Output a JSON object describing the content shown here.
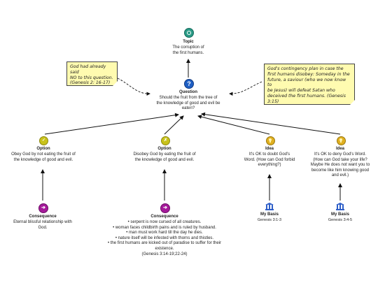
{
  "topic": {
    "title": "Topic",
    "text": [
      "The corruption of",
      "the first humans."
    ]
  },
  "question": {
    "title": "Question",
    "text": [
      "Should the fruit from the tree of",
      "the knowledge of good and evil be",
      "eaten?"
    ]
  },
  "note_left": {
    "text": [
      "God had already said",
      "NO to this question.",
      "(Genesis 2: 16-17)"
    ]
  },
  "note_right": {
    "text": [
      "God's contingency plan in case the",
      "first humans disobey: Someday in the",
      "future, a saviour (who we now know to",
      "be Jesus) will defeat Satan who",
      "deceived the first humans. (Genesis",
      "3:15)"
    ]
  },
  "option1": {
    "title": "Option",
    "text": [
      "Obey God by not eating the fruit of",
      "the knowledge of good and evil."
    ]
  },
  "option2": {
    "title": "Option",
    "text": [
      "Disobey God by eating the fruit of",
      "the knowledge of good and evil."
    ]
  },
  "idea1": {
    "title": "Idea",
    "text": [
      "It's OK to doubt God's",
      "Word. (How can God forbid",
      "everything?)"
    ]
  },
  "idea2": {
    "title": "Idea",
    "text": [
      "It's OK to deny God's Word.",
      "(How can God take your life?",
      "Maybe He does not want you to",
      "become like him knowing good",
      "and evil.)"
    ]
  },
  "consequence1": {
    "title": "Consequence",
    "text": [
      "Eternal blissful relationship with",
      "God."
    ]
  },
  "consequence2": {
    "title": "Consequence",
    "text": [
      "• serpent is now cursed of all creatures.",
      "• woman faces childbirth pains and is ruled by husband.",
      "• man must work hard till the day he dies.",
      "• nature itself will be infested with thorns and thistles.",
      "• the first humans are kicked out of paradise to suffer for their",
      "existence.",
      "(Genesis 3:14-19;22-24)"
    ]
  },
  "basis1": {
    "title": "My Basis",
    "text": [
      "Genesis 3:1-3"
    ]
  },
  "basis2": {
    "title": "My Basis",
    "text": [
      "Genesis 3:4-5"
    ]
  },
  "colors": {
    "topic_icon": "#2a9a86",
    "question_icon": "#1f5fc4",
    "option_icon": "#c8c21a",
    "idea_icon": "#e0b020",
    "consequence_icon": "#a51a9a",
    "basis_icon": "#2f5fc8",
    "note_fill": "#fffbb0"
  },
  "icons": {
    "topic": "target-icon",
    "question": "question-mark-icon",
    "option": "option-icon",
    "idea": "lightbulb-icon",
    "consequence": "arrow-right-icon",
    "basis": "pillar-icon"
  }
}
